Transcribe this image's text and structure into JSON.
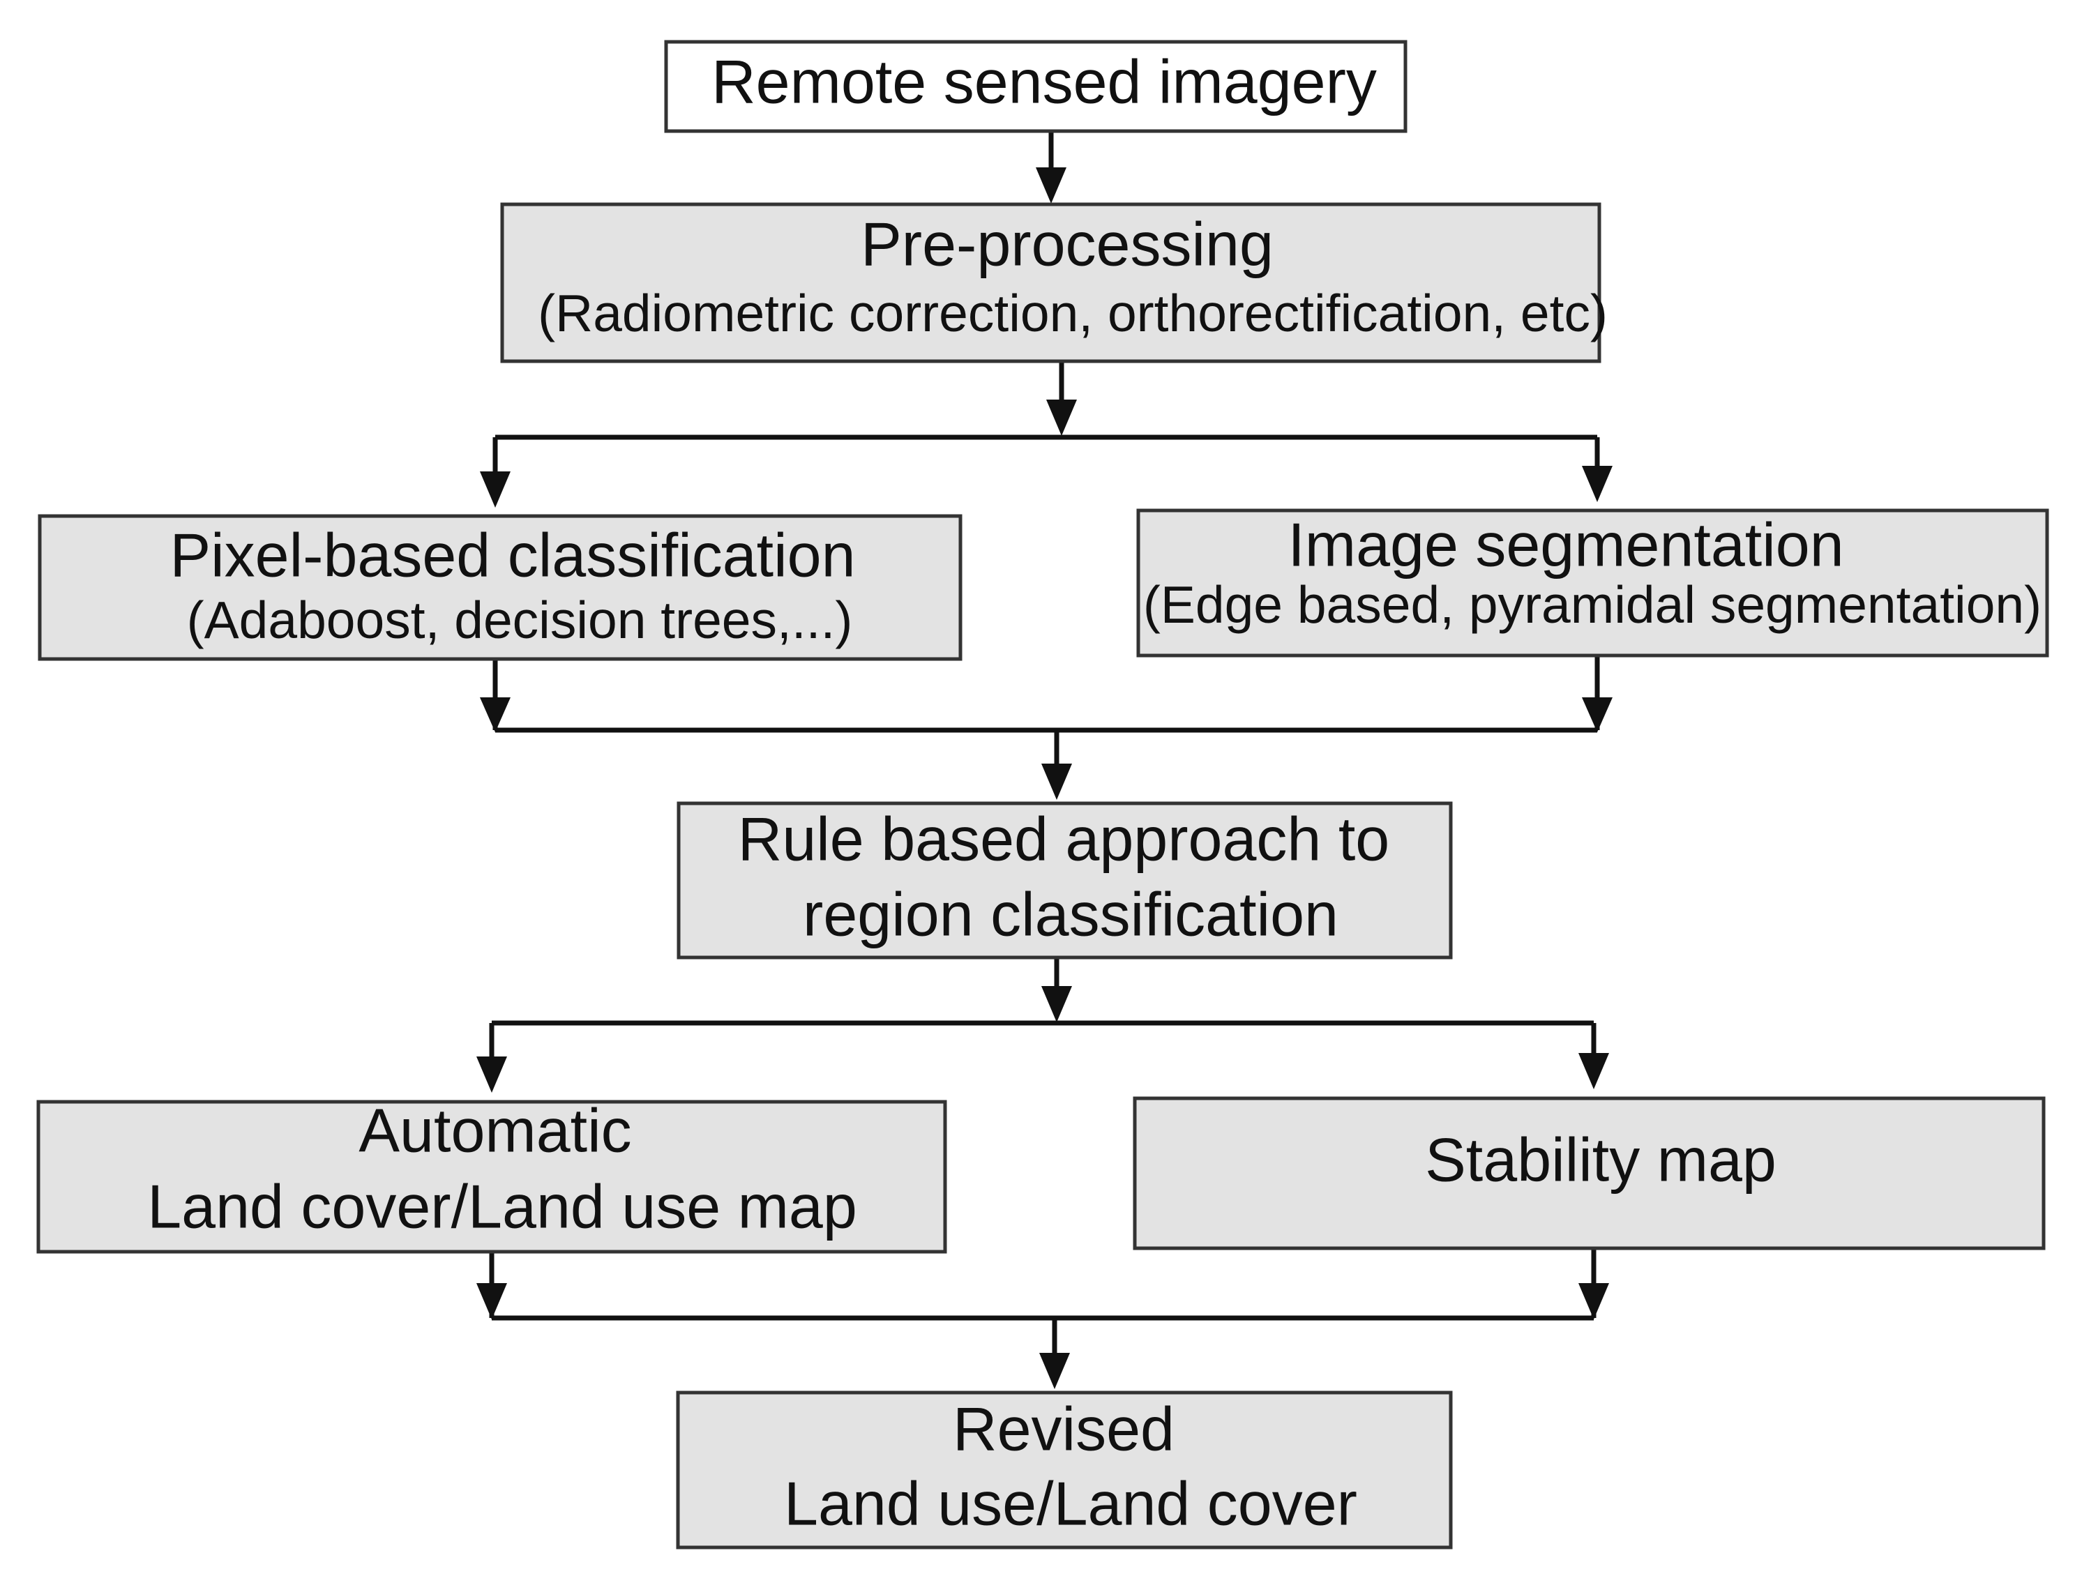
{
  "colors": {
    "box_fill": "#e3e3e3",
    "top_box_fill": "#ffffff",
    "stroke": "#111111"
  },
  "nodes": {
    "imagery": {
      "line1": "Remote sensed imagery"
    },
    "preprocess": {
      "line1": "Pre-processing",
      "line2": "(Radiometric correction, orthorectification, etc)"
    },
    "pixel": {
      "line1": "Pixel-based classification",
      "line2": "(Adaboost, decision trees,...)"
    },
    "segmentation": {
      "line1": "Image segmentation",
      "line2": "(Edge based, pyramidal segmentation)"
    },
    "rule": {
      "line1": "Rule based approach to",
      "line2": "region classification"
    },
    "automatic": {
      "line1": "Automatic",
      "line2": "Land cover/Land use map"
    },
    "stability": {
      "line1": "Stability map"
    },
    "revised": {
      "line1": "Revised",
      "line2": "Land use/Land cover"
    }
  }
}
